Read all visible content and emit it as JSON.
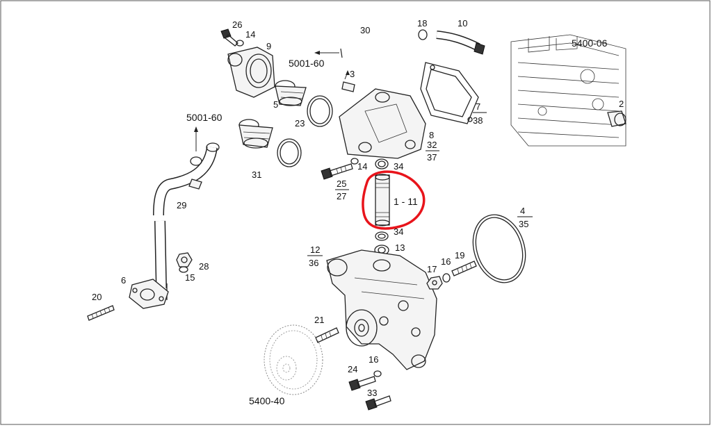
{
  "diagram": {
    "labels": {
      "p26": "26",
      "p14a": "14",
      "p9": "9",
      "p30": "30",
      "p18": "18",
      "p10": "10",
      "ref_5400_06": "5400-06",
      "ref_5001_60a": "5001-60",
      "p3": "3",
      "p5": "5",
      "p23": "23",
      "p7": "7",
      "p38": "38",
      "p2": "2",
      "ref_5001_60b": "5001-60",
      "p8": "8",
      "p32": "32",
      "p37": "37",
      "p14b": "14",
      "p34a": "34",
      "p31": "31",
      "p25": "25",
      "p27": "27",
      "p1_11": "1 - 11",
      "p29": "29",
      "p34b": "34",
      "p4": "4",
      "p35": "35",
      "p13": "13",
      "p12": "12",
      "p36": "36",
      "p17": "17",
      "p16a": "16",
      "p19": "19",
      "p28": "28",
      "p15": "15",
      "p6": "6",
      "p20": "20",
      "p21": "21",
      "p24": "24",
      "p16b": "16",
      "p33": "33",
      "ref_5400_40": "5400-40"
    },
    "highlight_color": "#e8141b"
  }
}
